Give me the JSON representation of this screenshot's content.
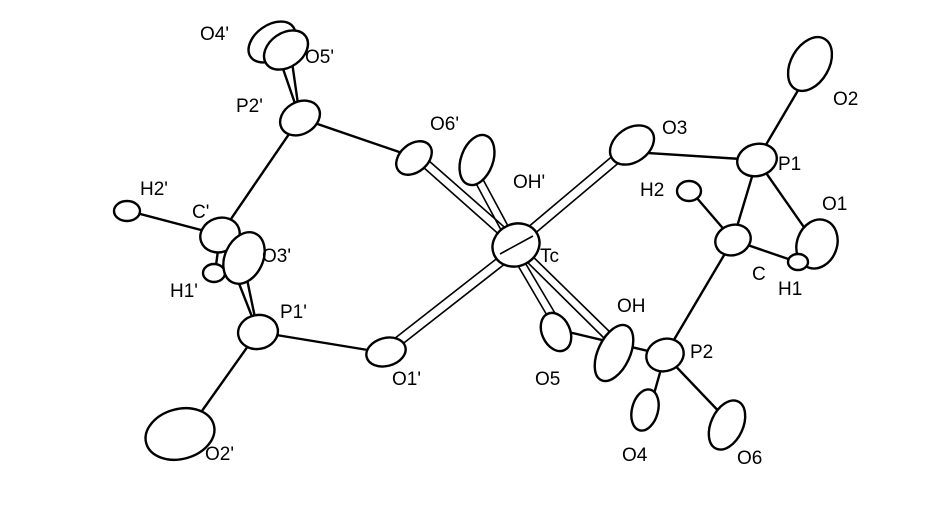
{
  "atoms": {
    "tc": "Tc",
    "p1": "P1",
    "p2": "P2",
    "p1p": "P1'",
    "p2p": "P2'",
    "c": "C",
    "cp": "C'",
    "o1": "O1",
    "o2": "O2",
    "o3": "O3",
    "o4": "O4",
    "o5": "O5",
    "o6": "O6",
    "oh": "OH",
    "h1": "H1",
    "h2": "H2",
    "o1p": "O1'",
    "o2p": "O2'",
    "o3p": "O3'",
    "o4p": "O4'",
    "o5p": "O5'",
    "o6p": "O6'",
    "ohp": "OH'",
    "h1p": "H1'",
    "h2p": "H2'"
  }
}
